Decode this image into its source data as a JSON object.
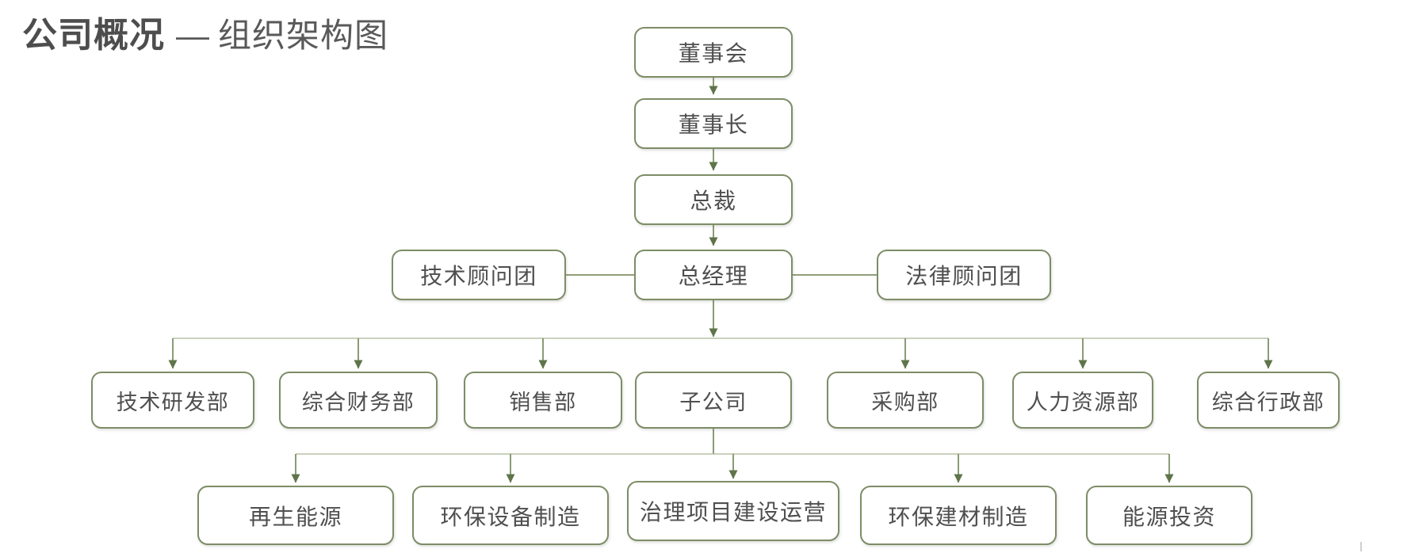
{
  "title": {
    "primary": "公司概况",
    "separator": "—",
    "secondary": "组织架构图"
  },
  "colors": {
    "background": "#ffffff",
    "box_border": "#7d8d66",
    "connector": "#7f9066",
    "connector_bus": "#abb495",
    "arrowhead": "#5f744a",
    "box_text": "#4f4f4f",
    "title_text": "#4d4d4d"
  },
  "org_chart": {
    "type": "organization-chart",
    "chain": [
      {
        "id": "board",
        "label": "董事会",
        "reports_to": null
      },
      {
        "id": "chairman",
        "label": "董事长",
        "reports_to": "董事会"
      },
      {
        "id": "president",
        "label": "总裁",
        "reports_to": "董事长"
      },
      {
        "id": "general_manager",
        "label": "总经理",
        "reports_to": "总裁"
      }
    ],
    "advisory_groups": [
      {
        "id": "tech_advisory",
        "label": "技术顾问团",
        "attached_to": "总经理",
        "side": "left"
      },
      {
        "id": "legal_advisory",
        "label": "法律顾问团",
        "attached_to": "总经理",
        "side": "right"
      }
    ],
    "departments": [
      {
        "id": "dept_rnd",
        "label": "技术研发部",
        "reports_to": "总经理"
      },
      {
        "id": "dept_finance",
        "label": "综合财务部",
        "reports_to": "总经理"
      },
      {
        "id": "dept_sales",
        "label": "销售部",
        "reports_to": "总经理"
      },
      {
        "id": "dept_subsidiaries",
        "label": "子公司",
        "reports_to": "总经理"
      },
      {
        "id": "dept_procurement",
        "label": "采购部",
        "reports_to": "总经理"
      },
      {
        "id": "dept_hr",
        "label": "人力资源部",
        "reports_to": "总经理"
      },
      {
        "id": "dept_admin",
        "label": "综合行政部",
        "reports_to": "总经理"
      }
    ],
    "subsidiaries": [
      {
        "id": "sub_renewable_energy",
        "label": "再生能源",
        "reports_to": "子公司"
      },
      {
        "id": "sub_env_equipment",
        "label": "环保设备制造",
        "reports_to": "子公司"
      },
      {
        "id": "sub_governance_projects",
        "label": "治理项目建设运营",
        "reports_to": "子公司"
      },
      {
        "id": "sub_env_materials",
        "label": "环保建材制造",
        "reports_to": "子公司"
      },
      {
        "id": "sub_energy_investment",
        "label": "能源投资",
        "reports_to": "子公司"
      }
    ]
  }
}
